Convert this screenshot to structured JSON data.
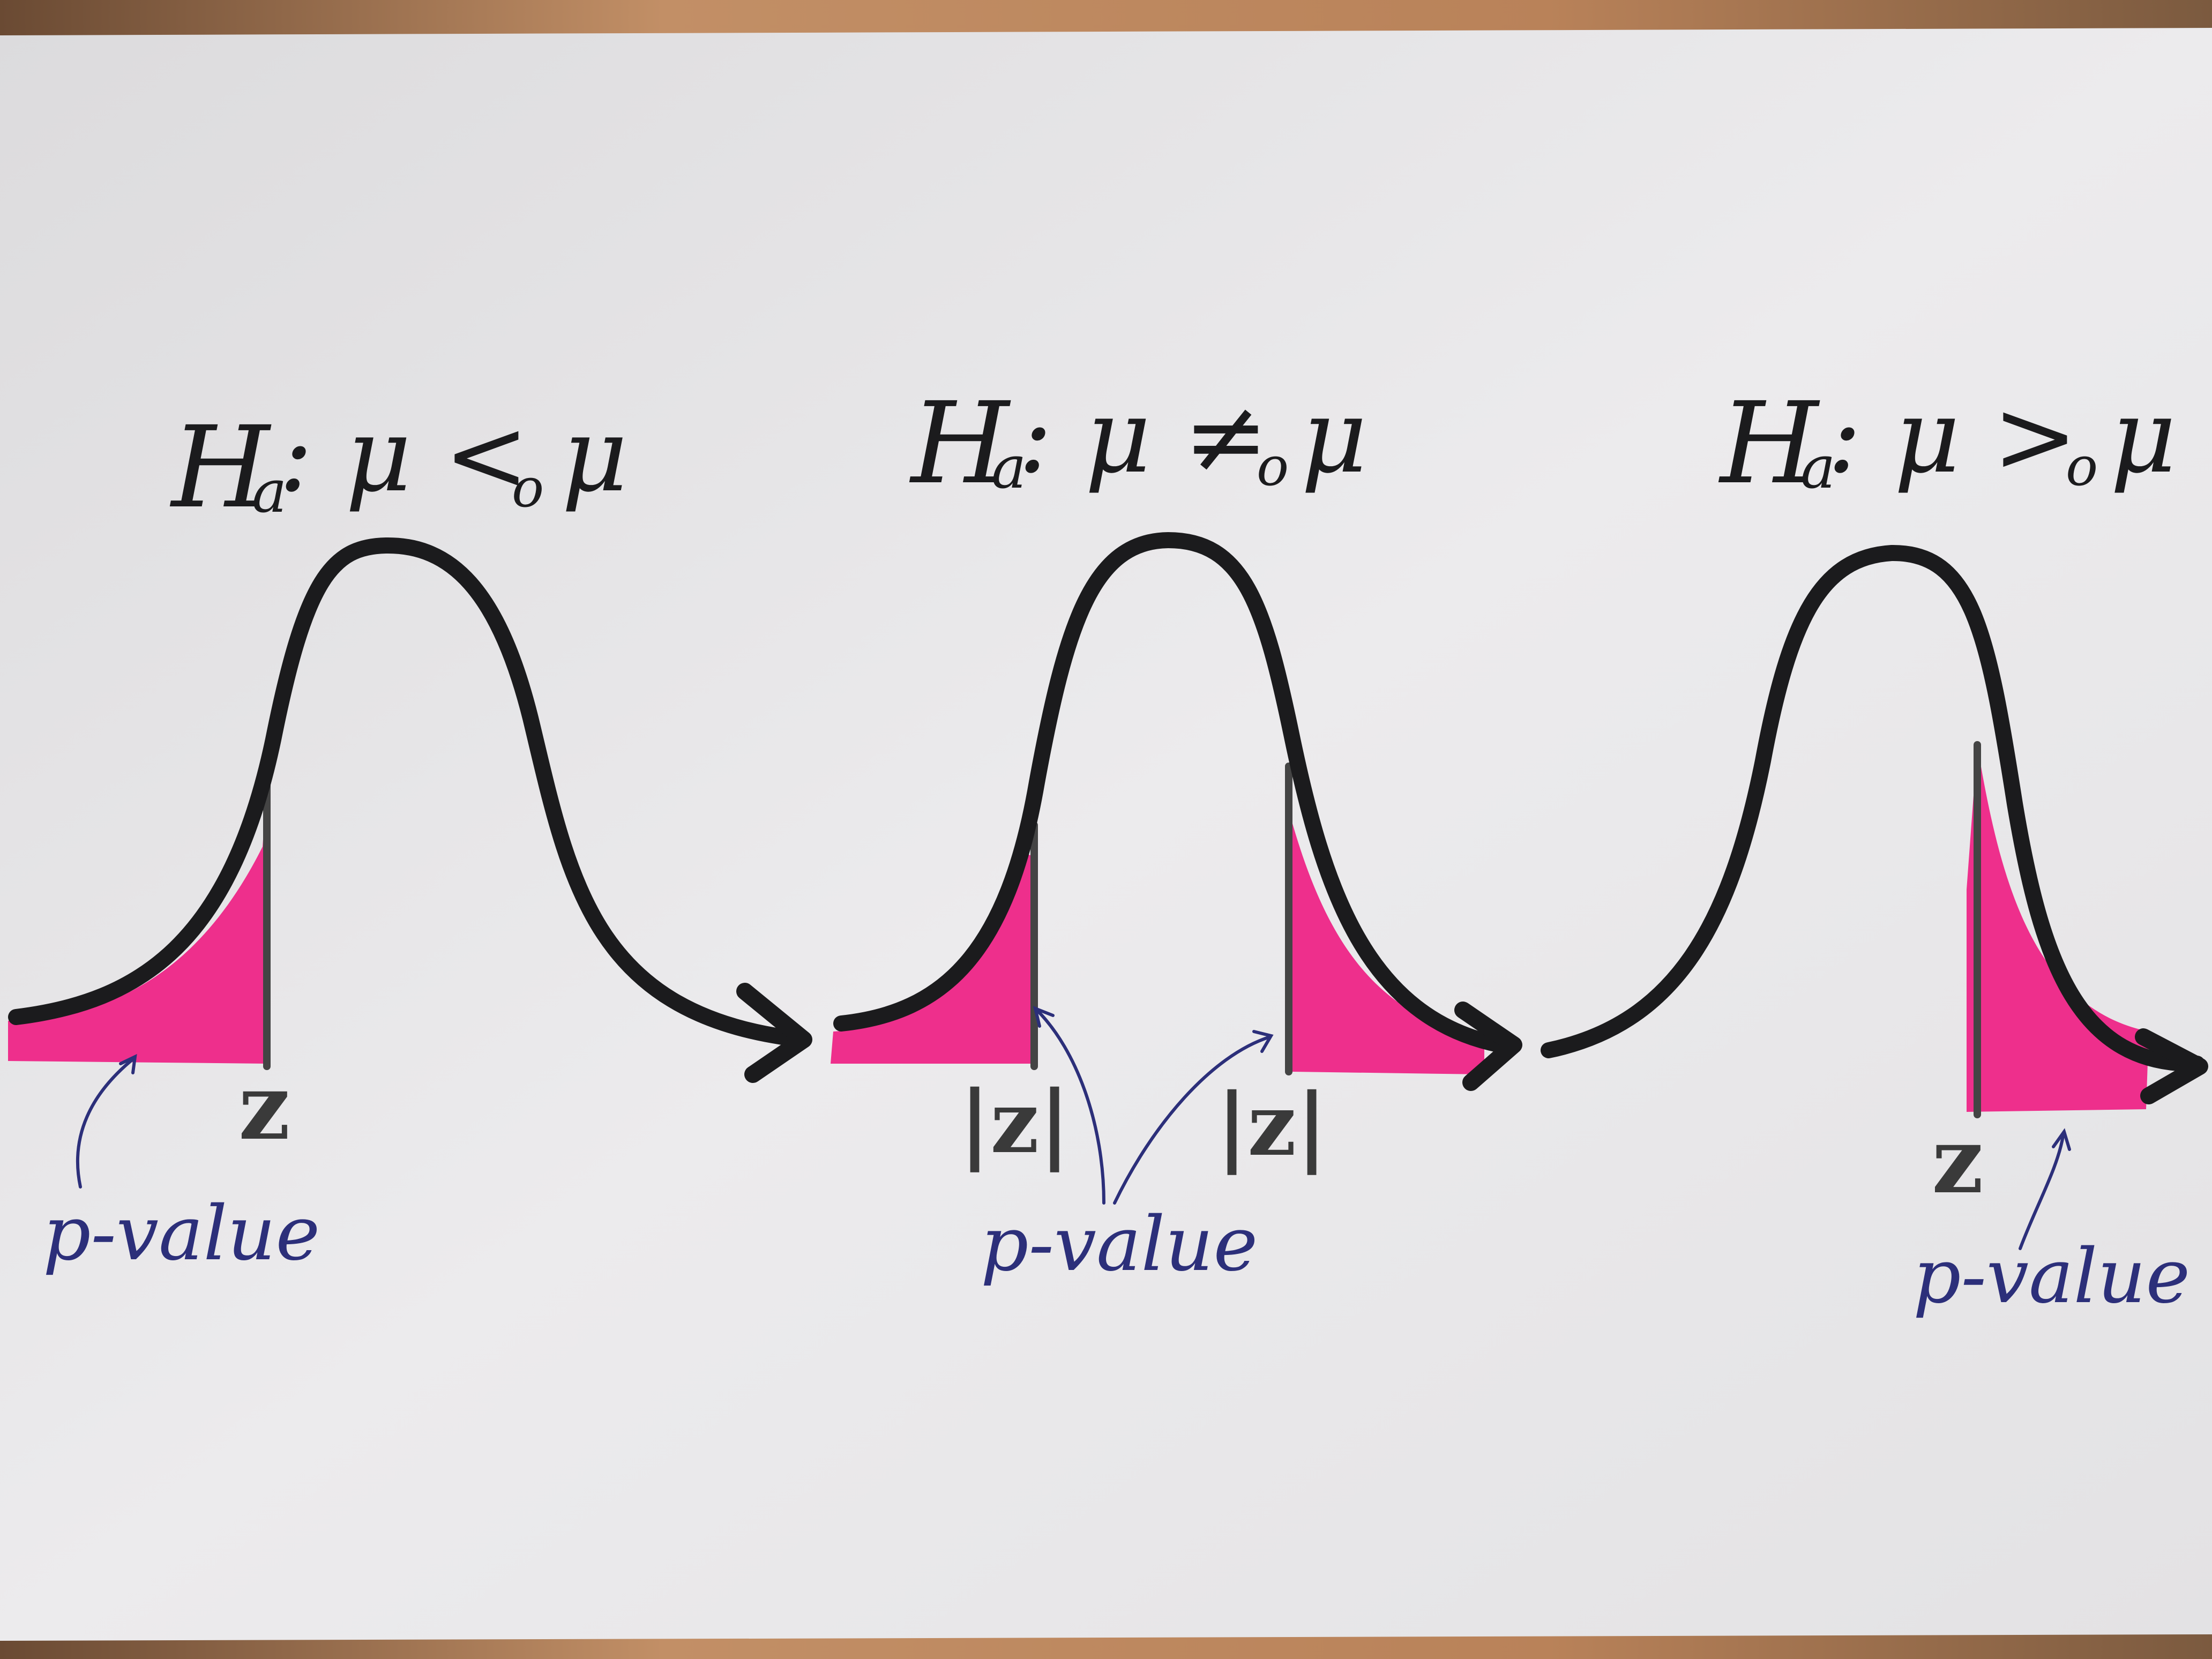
{
  "colors": {
    "paper": "#e6e5e7",
    "table_wood": "#b9855f",
    "ink": "#1b1b1d",
    "highlight": "#ee2f8c",
    "pen": "#2c2f7a",
    "pencil": "#555555"
  },
  "panels": [
    {
      "hypothesis": {
        "h": "H",
        "sub": "a",
        "rest": ": μ < μ",
        "null_sub": "o"
      },
      "z_labels": [
        "z"
      ],
      "p_label": "p-value"
    },
    {
      "hypothesis": {
        "h": "H",
        "sub": "a",
        "rest": ": μ ≠ μ",
        "null_sub": "o"
      },
      "z_labels": [
        "|z|",
        "|z|"
      ],
      "p_label": "p-value"
    },
    {
      "hypothesis": {
        "h": "H",
        "sub": "a",
        "rest": ": μ > μ",
        "null_sub": "o"
      },
      "z_labels": [
        "z"
      ],
      "p_label": "p-value"
    }
  ]
}
